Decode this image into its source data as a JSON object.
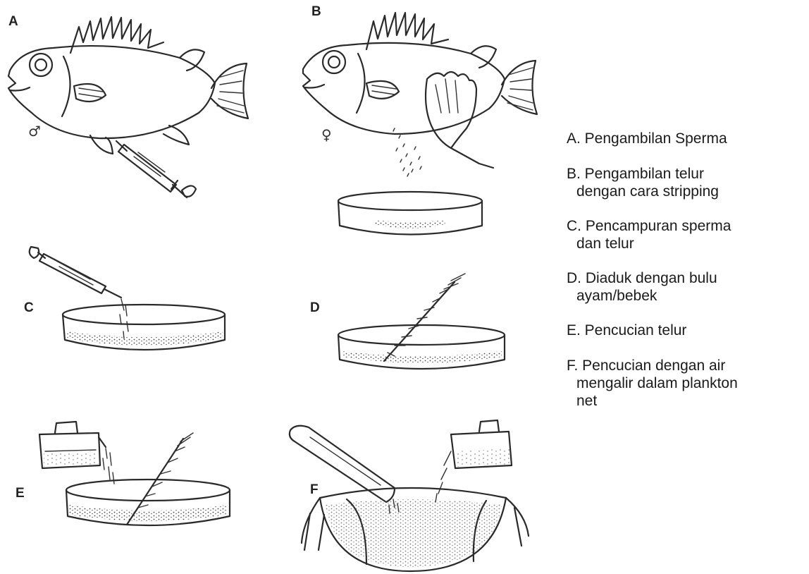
{
  "panels": {
    "A": {
      "letter": "A",
      "symbol": "♂"
    },
    "B": {
      "letter": "B",
      "symbol": "♀"
    },
    "C": {
      "letter": "C"
    },
    "D": {
      "letter": "D"
    },
    "E": {
      "letter": "E"
    },
    "F": {
      "letter": "F"
    }
  },
  "legend": {
    "A": {
      "line1": "A. Pengambilan Sperma"
    },
    "B": {
      "line1": "B. Pengambilan telur",
      "line2": "dengan cara stripping"
    },
    "C": {
      "line1": "C. Pencampuran sperma",
      "line2": "dan telur"
    },
    "D": {
      "line1": "D. Diaduk dengan bulu",
      "line2": "ayam/bebek"
    },
    "E": {
      "line1": "E. Pencucian telur"
    },
    "F": {
      "line1": "F. Pencucian dengan air",
      "line2": "mengalir dalam plankton",
      "line3": "net"
    }
  },
  "colors": {
    "ink": "#2a2a2a",
    "fish_speckle": "#6b6fd6",
    "background": "#ffffff"
  }
}
